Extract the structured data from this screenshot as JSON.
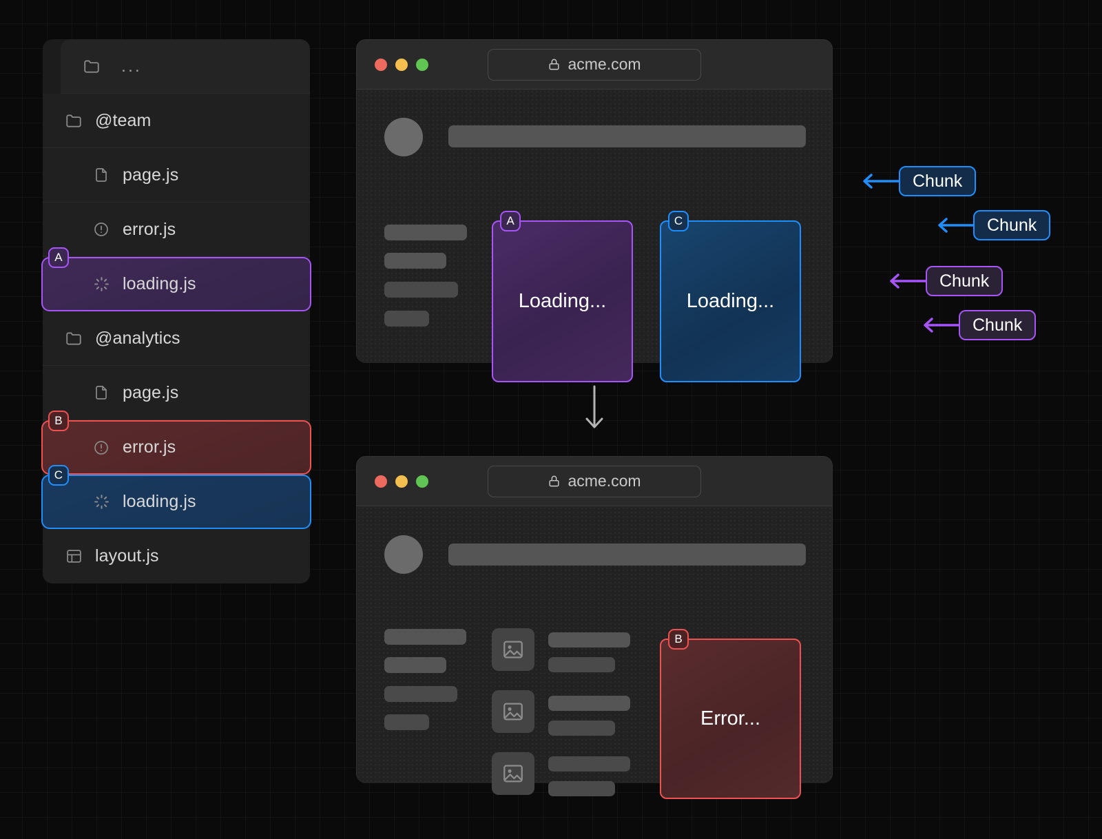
{
  "background": {
    "color": "#0a0a0a",
    "grid": true,
    "grid_size": 36
  },
  "accents": {
    "purple": "#a855f7",
    "blue": "#1f8fff",
    "red": "#f05252",
    "text": "#d8d8d8"
  },
  "file_tree": {
    "rows": [
      {
        "label": "...",
        "icon": "folder-icon",
        "indent": false,
        "state": "none"
      },
      {
        "label": "@team",
        "icon": "folder-icon",
        "indent": false,
        "state": "none"
      },
      {
        "label": "page.js",
        "icon": "file-icon",
        "indent": true,
        "state": "none"
      },
      {
        "label": "error.js",
        "icon": "alert-circle-icon",
        "indent": true,
        "state": "none"
      },
      {
        "label": "loading.js",
        "icon": "loader-icon",
        "indent": true,
        "state": "purple",
        "badge": "A"
      },
      {
        "label": "@analytics",
        "icon": "folder-icon",
        "indent": false,
        "state": "none"
      },
      {
        "label": "page.js",
        "icon": "file-icon",
        "indent": true,
        "state": "none"
      },
      {
        "label": "error.js",
        "icon": "alert-circle-icon",
        "indent": true,
        "state": "red",
        "badge": "B"
      },
      {
        "label": "loading.js",
        "icon": "loader-icon",
        "indent": true,
        "state": "blue",
        "badge": "C"
      },
      {
        "label": "layout.js",
        "icon": "layout-icon",
        "indent": false,
        "state": "none"
      }
    ]
  },
  "window_top": {
    "url": "acme.com",
    "lock_icon": "lock-icon",
    "traffic_lights": [
      "close-red",
      "minimize-yellow",
      "maximize-green"
    ],
    "cards": [
      {
        "label": "Loading...",
        "color": "purple",
        "badge": "A"
      },
      {
        "label": "Loading...",
        "color": "blue",
        "badge": "C"
      }
    ]
  },
  "window_bottom": {
    "url": "acme.com",
    "lock_icon": "lock-icon",
    "traffic_lights": [
      "close-red",
      "minimize-yellow",
      "maximize-green"
    ],
    "cards": [
      {
        "label": "Error...",
        "color": "red",
        "badge": "B"
      }
    ]
  },
  "flow": {
    "arrow": "down-arrow"
  },
  "chunks": [
    {
      "label": "Chunk",
      "color": "blue"
    },
    {
      "label": "Chunk",
      "color": "blue"
    },
    {
      "label": "Chunk",
      "color": "purple"
    },
    {
      "label": "Chunk",
      "color": "purple"
    }
  ]
}
